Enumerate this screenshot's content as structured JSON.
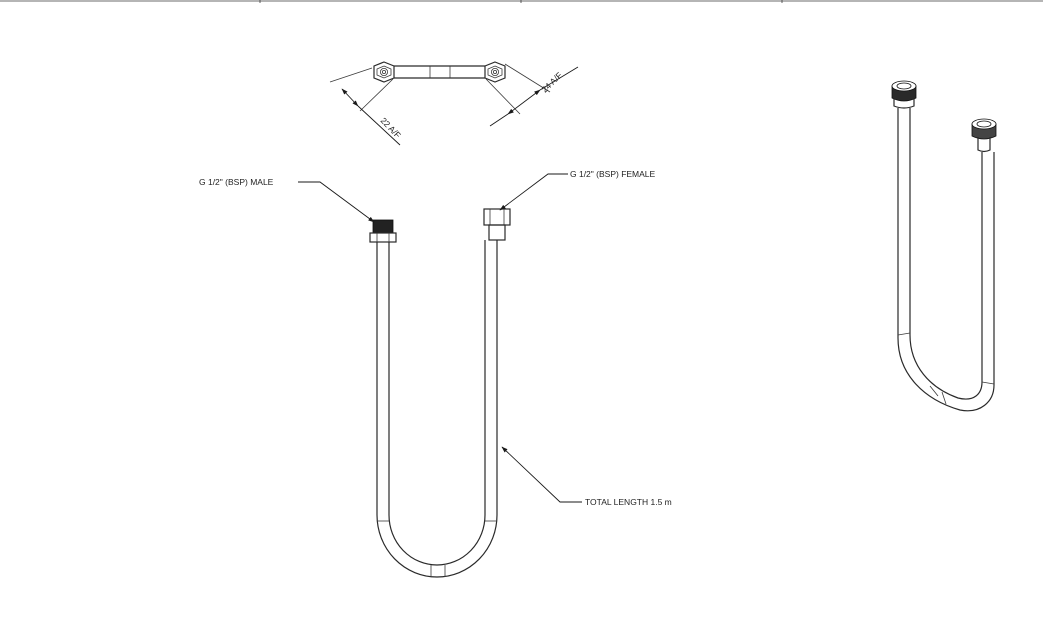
{
  "labels": {
    "male_fitting": "G 1/2\" (BSP) MALE",
    "female_fitting": "G 1/2\" (BSP) FEMALE",
    "total_length": "TOTAL LENGTH 1.5 m",
    "dim_22": "22 A/F",
    "dim_24": "24 A/F"
  },
  "colors": {
    "line": "#2a2a2a",
    "background": "#ffffff",
    "fitting_dark": "#222222"
  }
}
